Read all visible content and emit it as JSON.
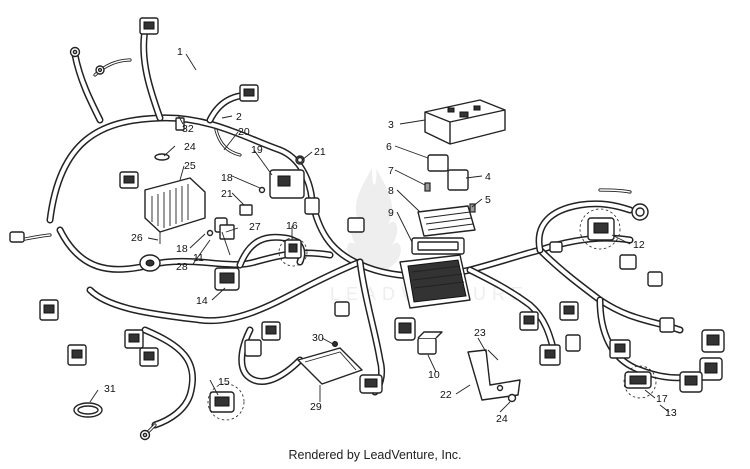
{
  "diagram": {
    "callouts": [
      "1",
      "2",
      "3",
      "4",
      "5",
      "6",
      "7",
      "8",
      "9",
      "10",
      "11",
      "12",
      "13",
      "14",
      "15",
      "16",
      "17",
      "18",
      "18",
      "19",
      "20",
      "21",
      "21",
      "22",
      "23",
      "24",
      "24",
      "25",
      "26",
      "27",
      "28",
      "29",
      "30",
      "31",
      "32"
    ],
    "watermark_text": "LEADVENTURE"
  },
  "footer": {
    "text": "Rendered by LeadVenture, Inc."
  },
  "colors": {
    "line": "#222222",
    "background": "#ffffff",
    "watermark": "#eeeeee"
  }
}
